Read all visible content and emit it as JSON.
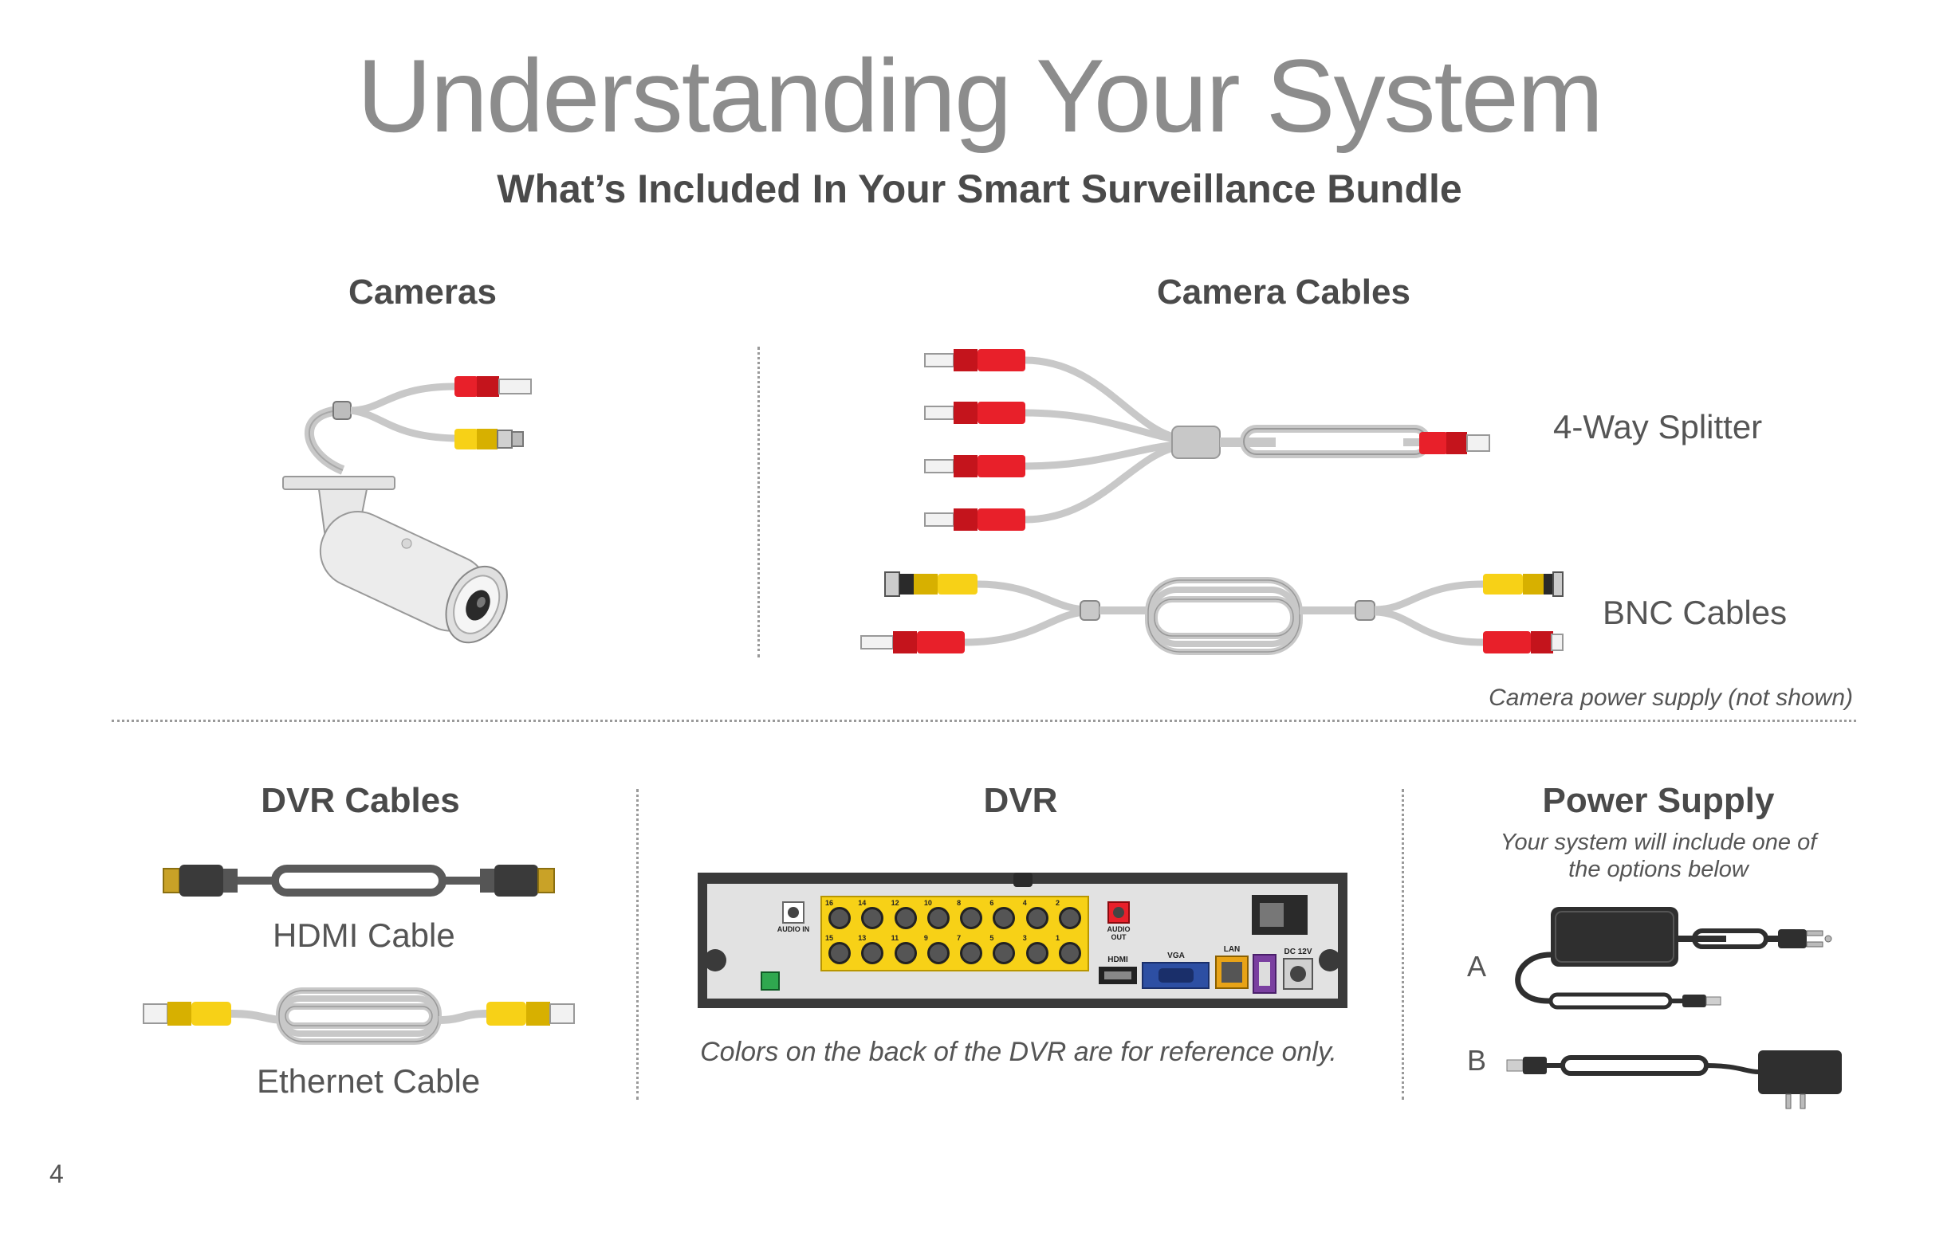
{
  "header": {
    "title": "Understanding Your System",
    "subtitle": "What’s Included In Your Smart Surveillance Bundle"
  },
  "sections": {
    "cameras": {
      "heading": "Cameras"
    },
    "camera_cables": {
      "heading": "Camera Cables",
      "splitter_label": "4-Way Splitter",
      "bnc_label": "BNC Cables",
      "power_note": "Camera power supply (not shown)"
    },
    "dvr_cables": {
      "heading": "DVR Cables",
      "hdmi_label": "HDMI Cable",
      "ethernet_label": "Ethernet Cable"
    },
    "dvr": {
      "heading": "DVR",
      "note": "Colors on the back of the DVR are for reference only.",
      "port_labels": {
        "audio_in": "AUDIO IN",
        "audio_out": "AUDIO OUT",
        "hdmi": "HDMI",
        "vga": "VGA",
        "lan": "LAN",
        "dc": "DC 12V"
      },
      "top_channels": [
        "16",
        "14",
        "12",
        "10",
        "8",
        "6",
        "4",
        "2"
      ],
      "bottom_channels": [
        "15",
        "13",
        "11",
        "9",
        "7",
        "5",
        "3",
        "1"
      ]
    },
    "power_supply": {
      "heading": "Power Supply",
      "note_line1": "Your system will include one of",
      "note_line2": "the options below",
      "option_a": "A",
      "option_b": "B"
    }
  },
  "footer": {
    "page_number": "4"
  },
  "colors": {
    "red": "#e8202a",
    "yellow": "#f7d117",
    "cable_gray": "#c8c8c8",
    "dvr_gray": "#3a3a3a"
  }
}
